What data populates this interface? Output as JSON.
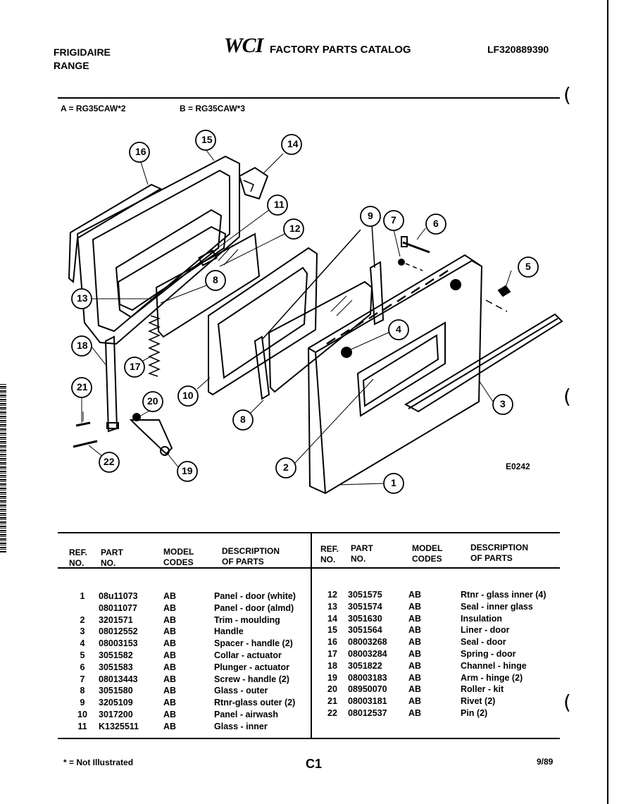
{
  "header": {
    "brand": "FRIGIDAIRE",
    "product": "RANGE",
    "logo": "WCI",
    "catalog_title": "FACTORY PARTS CATALOG",
    "catalog_number": "LF320889390"
  },
  "models": {
    "a": "A = RG35CAW*2",
    "b": "B = RG35CAW*3"
  },
  "diagram": {
    "code": "E0242",
    "callouts": [
      "1",
      "2",
      "3",
      "4",
      "5",
      "6",
      "7",
      "8",
      "9",
      "10",
      "11",
      "12",
      "13",
      "14",
      "15",
      "16",
      "17",
      "18",
      "19",
      "20",
      "21",
      "22"
    ],
    "extra_callouts": [
      "8"
    ]
  },
  "table": {
    "headers": {
      "ref1": "REF.",
      "ref2": "NO.",
      "part1": "PART",
      "part2": "NO.",
      "model1": "MODEL",
      "model2": "CODES",
      "desc1": "DESCRIPTION",
      "desc2": "OF PARTS"
    },
    "left_rows": [
      {
        "ref": "1",
        "part": "08u11073",
        "code": "AB",
        "desc": "Panel - door (white)"
      },
      {
        "ref": "",
        "part": "08011077",
        "code": "AB",
        "desc": "Panel - door (almd)"
      },
      {
        "ref": "2",
        "part": "3201571",
        "code": "AB",
        "desc": "Trim - moulding"
      },
      {
        "ref": "3",
        "part": "08012552",
        "code": "AB",
        "desc": "Handle"
      },
      {
        "ref": "4",
        "part": "08003153",
        "code": "AB",
        "desc": "Spacer - handle (2)"
      },
      {
        "ref": "5",
        "part": "3051582",
        "code": "AB",
        "desc": "Collar - actuator"
      },
      {
        "ref": "6",
        "part": "3051583",
        "code": "AB",
        "desc": "Plunger - actuator"
      },
      {
        "ref": "7",
        "part": "08013443",
        "code": "AB",
        "desc": "Screw - handle (2)"
      },
      {
        "ref": "8",
        "part": "3051580",
        "code": "AB",
        "desc": "Glass - outer"
      },
      {
        "ref": "9",
        "part": "3205109",
        "code": "AB",
        "desc": "Rtnr-glass outer (2)"
      },
      {
        "ref": "10",
        "part": "3017200",
        "code": "AB",
        "desc": "Panel - airwash"
      },
      {
        "ref": "11",
        "part": "K1325511",
        "code": "AB",
        "desc": "Glass - inner"
      }
    ],
    "right_rows": [
      {
        "ref": "12",
        "part": "3051575",
        "code": "AB",
        "desc": "Rtnr - glass inner (4)"
      },
      {
        "ref": "13",
        "part": "3051574",
        "code": "AB",
        "desc": "Seal - inner glass"
      },
      {
        "ref": "14",
        "part": "3051630",
        "code": "AB",
        "desc": "Insulation"
      },
      {
        "ref": "15",
        "part": "3051564",
        "code": "AB",
        "desc": "Liner - door"
      },
      {
        "ref": "16",
        "part": "08003268",
        "code": "AB",
        "desc": "Seal - door"
      },
      {
        "ref": "17",
        "part": "08003284",
        "code": "AB",
        "desc": "Spring - door"
      },
      {
        "ref": "18",
        "part": "3051822",
        "code": "AB",
        "desc": "Channel - hinge"
      },
      {
        "ref": "19",
        "part": "08003183",
        "code": "AB",
        "desc": "Arm - hinge (2)"
      },
      {
        "ref": "20",
        "part": "08950070",
        "code": "AB",
        "desc": "Roller - kit"
      },
      {
        "ref": "21",
        "part": "08003181",
        "code": "AB",
        "desc": "Rivet (2)"
      },
      {
        "ref": "22",
        "part": "08012537",
        "code": "AB",
        "desc": "Pin (2)"
      }
    ]
  },
  "footer": {
    "note": "* = Not Illustrated",
    "page": "C1",
    "date": "9/89"
  }
}
